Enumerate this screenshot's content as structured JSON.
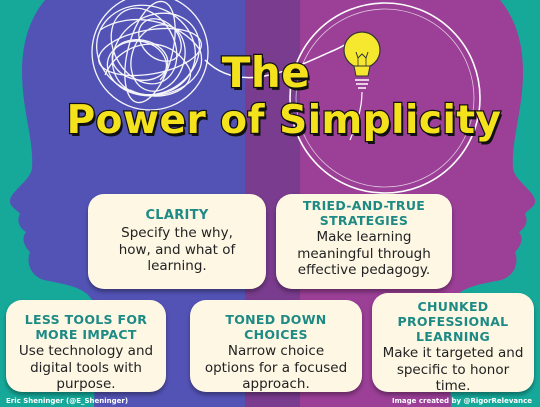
{
  "title": {
    "line1": "The",
    "line2": "Power of Simplicity"
  },
  "cards": [
    {
      "heading": "CLARITY",
      "body": "Specify the why, how, and what of learning."
    },
    {
      "heading": "TRIED-AND-TRUE STRATEGIES",
      "body": "Make learning meaningful through effective pedagogy."
    },
    {
      "heading": "LESS TOOLS FOR MORE IMPACT",
      "body": "Use technology and digital tools with purpose."
    },
    {
      "heading": "TONED DOWN CHOICES",
      "body": "Narrow choice options for a focused approach."
    },
    {
      "heading": "CHUNKED PROFESSIONAL LEARNING",
      "body": "Make it targeted and specific to honor time."
    }
  ],
  "footer": {
    "left": "Eric Sheninger (@E_Sheninger)",
    "right": "Image created by @RigorRelevance"
  },
  "colors": {
    "background": "#16a99a",
    "head_left": "#5353b6",
    "head_right": "#9b3f97",
    "overlap": "#7a3c8e",
    "title": "#f4e21c",
    "card": "#fdf7e4",
    "heading_text": "#1e8a84"
  }
}
